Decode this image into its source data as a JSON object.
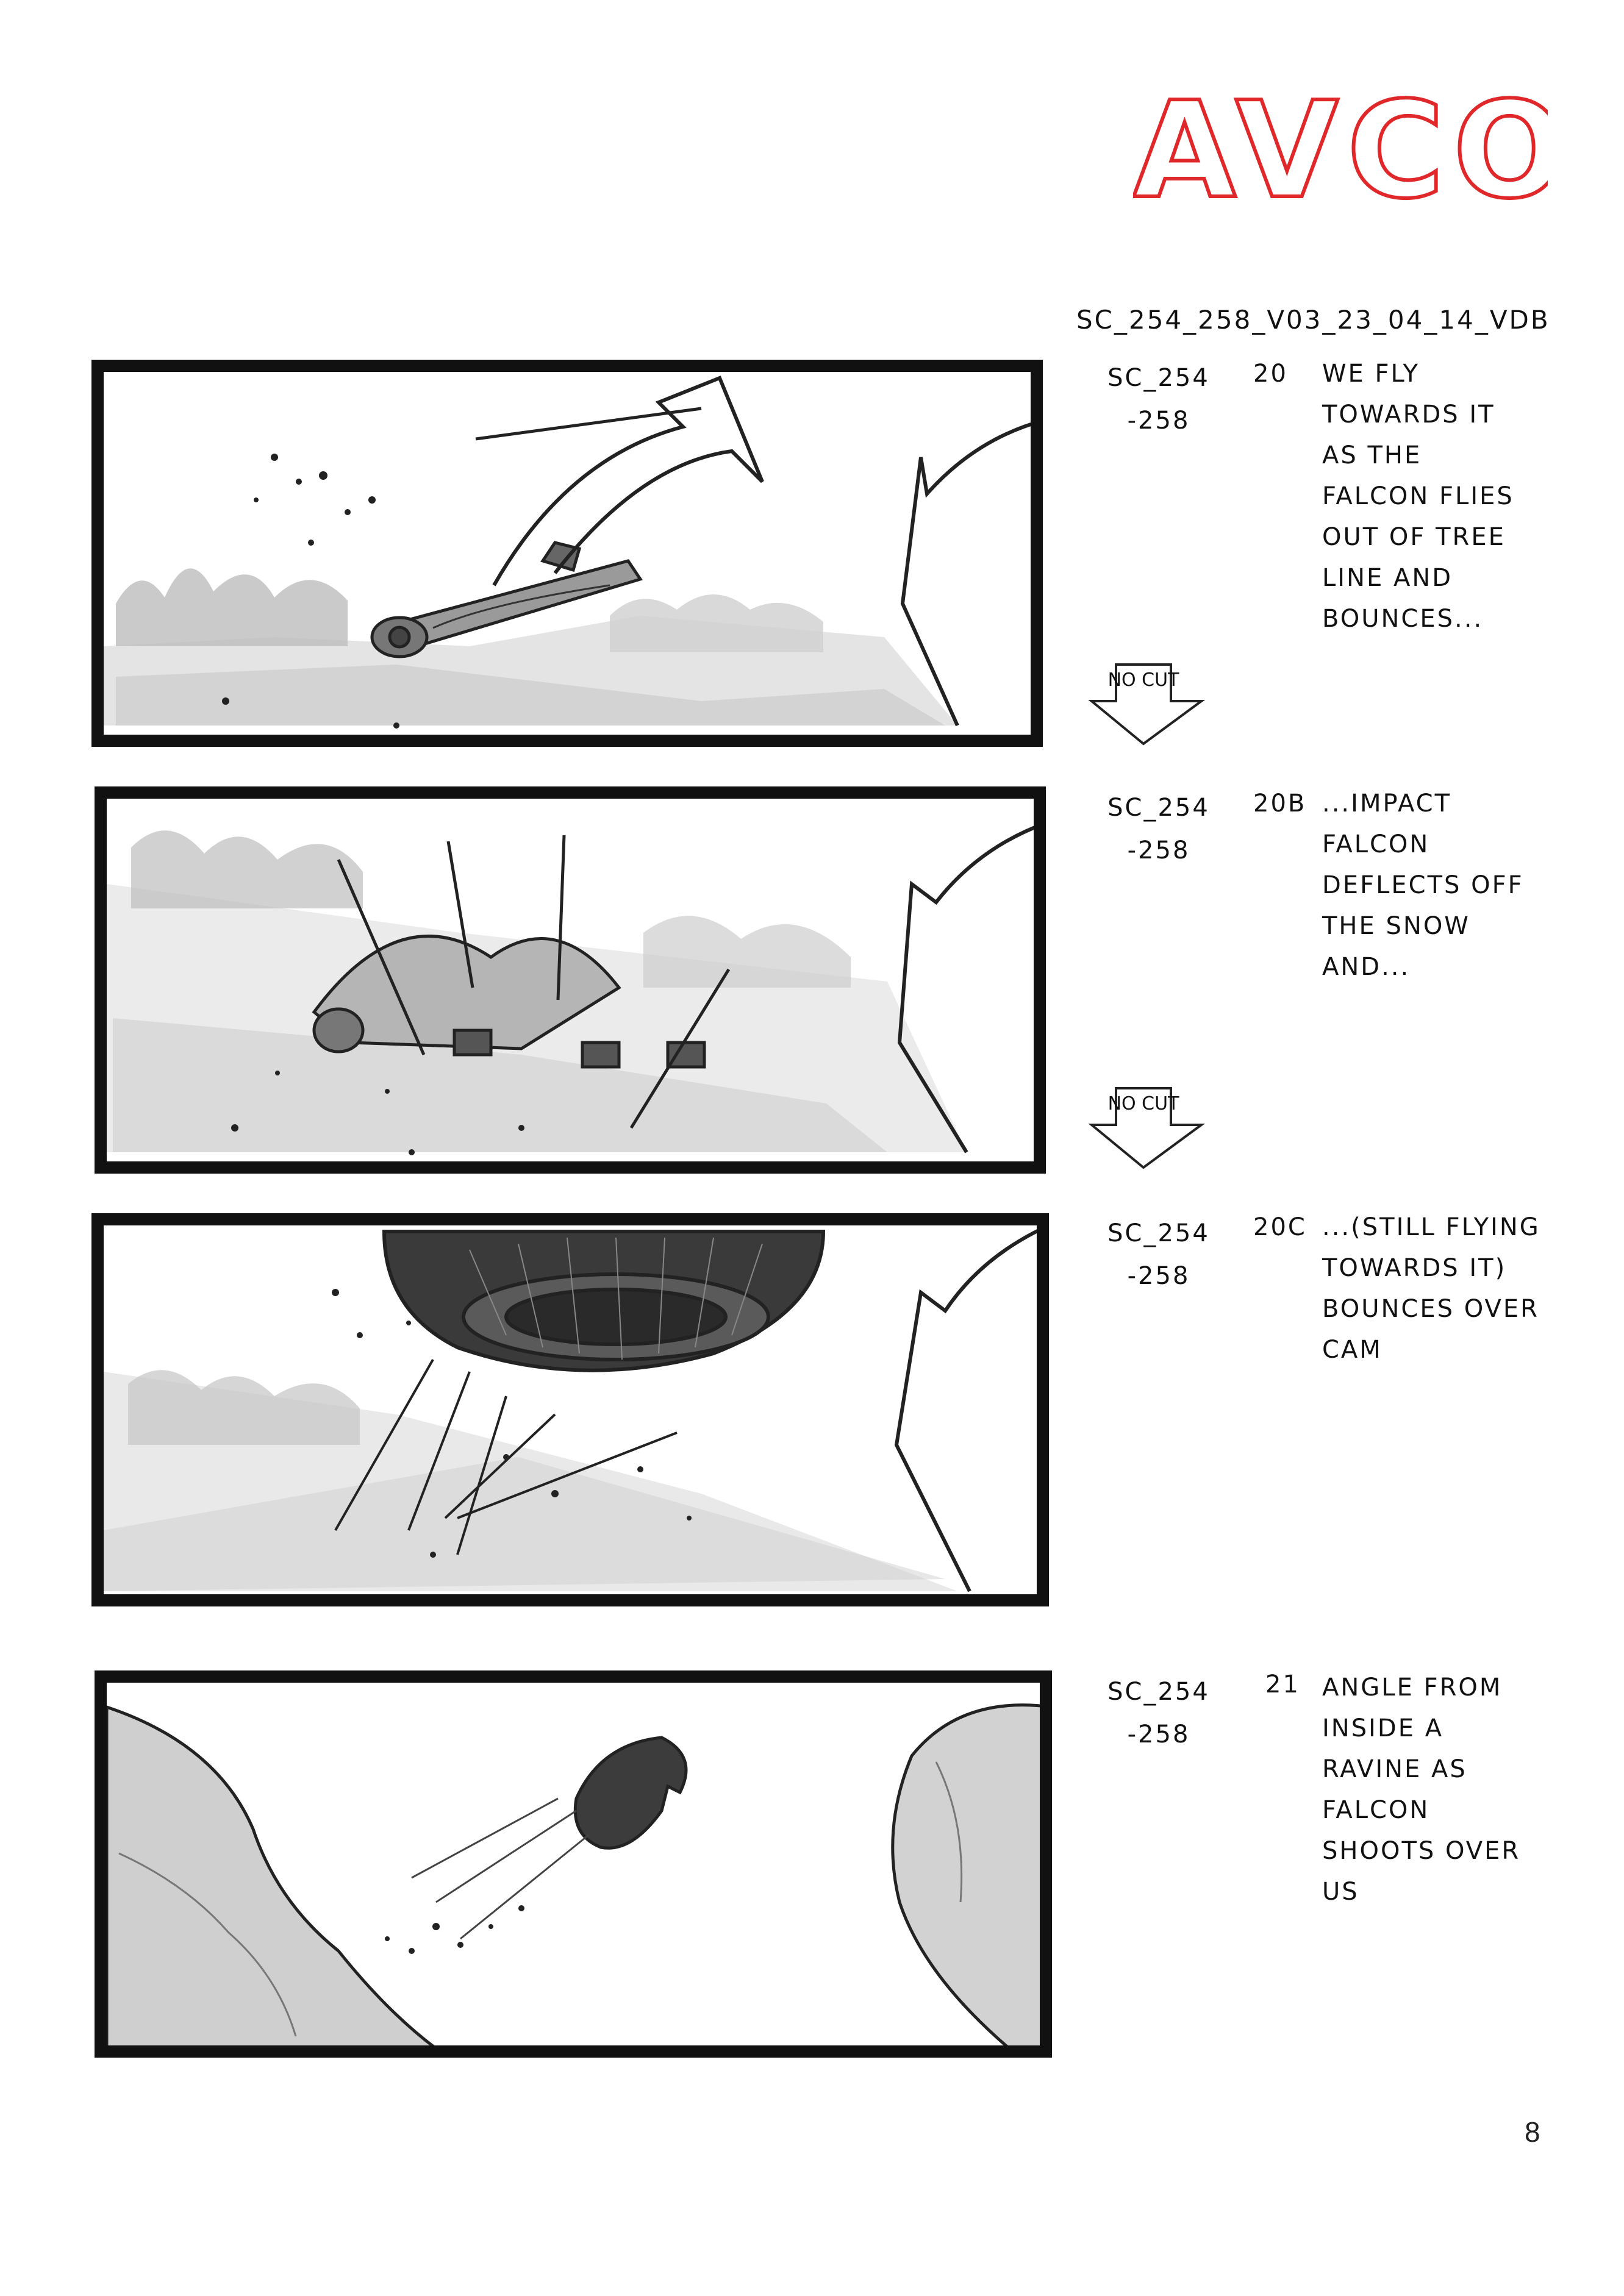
{
  "header": {
    "logo_text": "AVCO",
    "logo_color": "#e0282a",
    "filename": "SC_254_258_V03_23_04_14_VDB"
  },
  "panels": [
    {
      "scene_line1": "SC_254",
      "scene_line2": "-258",
      "shot": "20",
      "description": [
        "WE FLY",
        "TOWARDS IT",
        "AS THE",
        "FALCON FLIES",
        "OUT OF TREE",
        "LINE AND",
        "BOUNCES..."
      ],
      "transition": "NO CUT"
    },
    {
      "scene_line1": "SC_254",
      "scene_line2": "-258",
      "shot": "20B",
      "description": [
        "...IMPACT",
        "FALCON",
        "DEFLECTS OFF",
        "THE SNOW",
        "AND..."
      ],
      "transition": "NO CUT"
    },
    {
      "scene_line1": "SC_254",
      "scene_line2": "-258",
      "shot": "20C",
      "description": [
        "...(STILL FLYING",
        "TOWARDS IT)",
        "BOUNCES OVER",
        "CAM"
      ]
    },
    {
      "scene_line1": "SC_254",
      "scene_line2": "-258",
      "shot": "21",
      "description": [
        "ANGLE FROM",
        "INSIDE A",
        "RAVINE AS",
        "FALCON",
        "SHOOTS OVER",
        "US"
      ]
    }
  ],
  "footer": {
    "page_number": "8"
  }
}
